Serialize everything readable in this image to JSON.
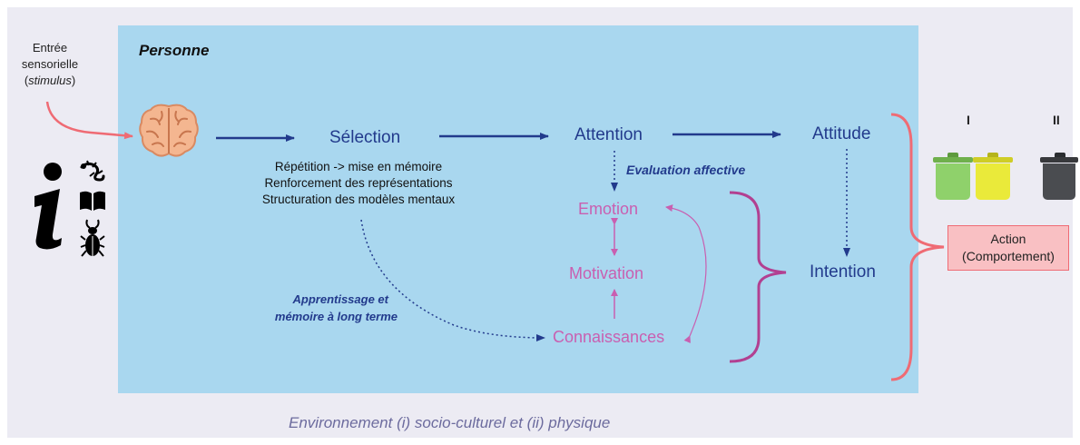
{
  "title": "Personne",
  "environment_label": "Environnement (i) socio-culturel et (ii) physique",
  "input": {
    "line1": "Entrée",
    "line2": "sensorielle",
    "line3_open": "(",
    "line3_italic": "stimulus",
    "line3_close": ")"
  },
  "nodes": {
    "selection": "Sélection",
    "attention": "Attention",
    "attitude": "Attitude",
    "intention": "Intention",
    "emotion": "Emotion",
    "motivation": "Motivation",
    "connaissances": "Connaissances"
  },
  "selection_details": [
    "Répétition -> mise en mémoire",
    "Renforcement des représentations",
    "Structuration des modèles mentaux"
  ],
  "evaluation_label": "Evaluation affective",
  "learning_label": {
    "line1": "Apprentissage et",
    "line2": "mémoire à long terme"
  },
  "action": {
    "line1": "Action",
    "line2": "(Comportement)"
  },
  "bins": {
    "group1_label": "I",
    "group2_label": "II"
  },
  "icons": [
    "brain-icon",
    "info-icon",
    "lizard-icon",
    "book-icon",
    "beetle-icon",
    "trash-icon"
  ],
  "colors": {
    "navy": "#223a8c",
    "pink": "#c95fb0",
    "red": "#ef6b74",
    "person_bg": "#a9d7ef",
    "env_bg": "#ecebf3",
    "action_bg": "#f9c0c3",
    "bin_green": "#8fd16b",
    "bin_yellow": "#eaea3a",
    "bin_dark": "#4a4c50"
  }
}
